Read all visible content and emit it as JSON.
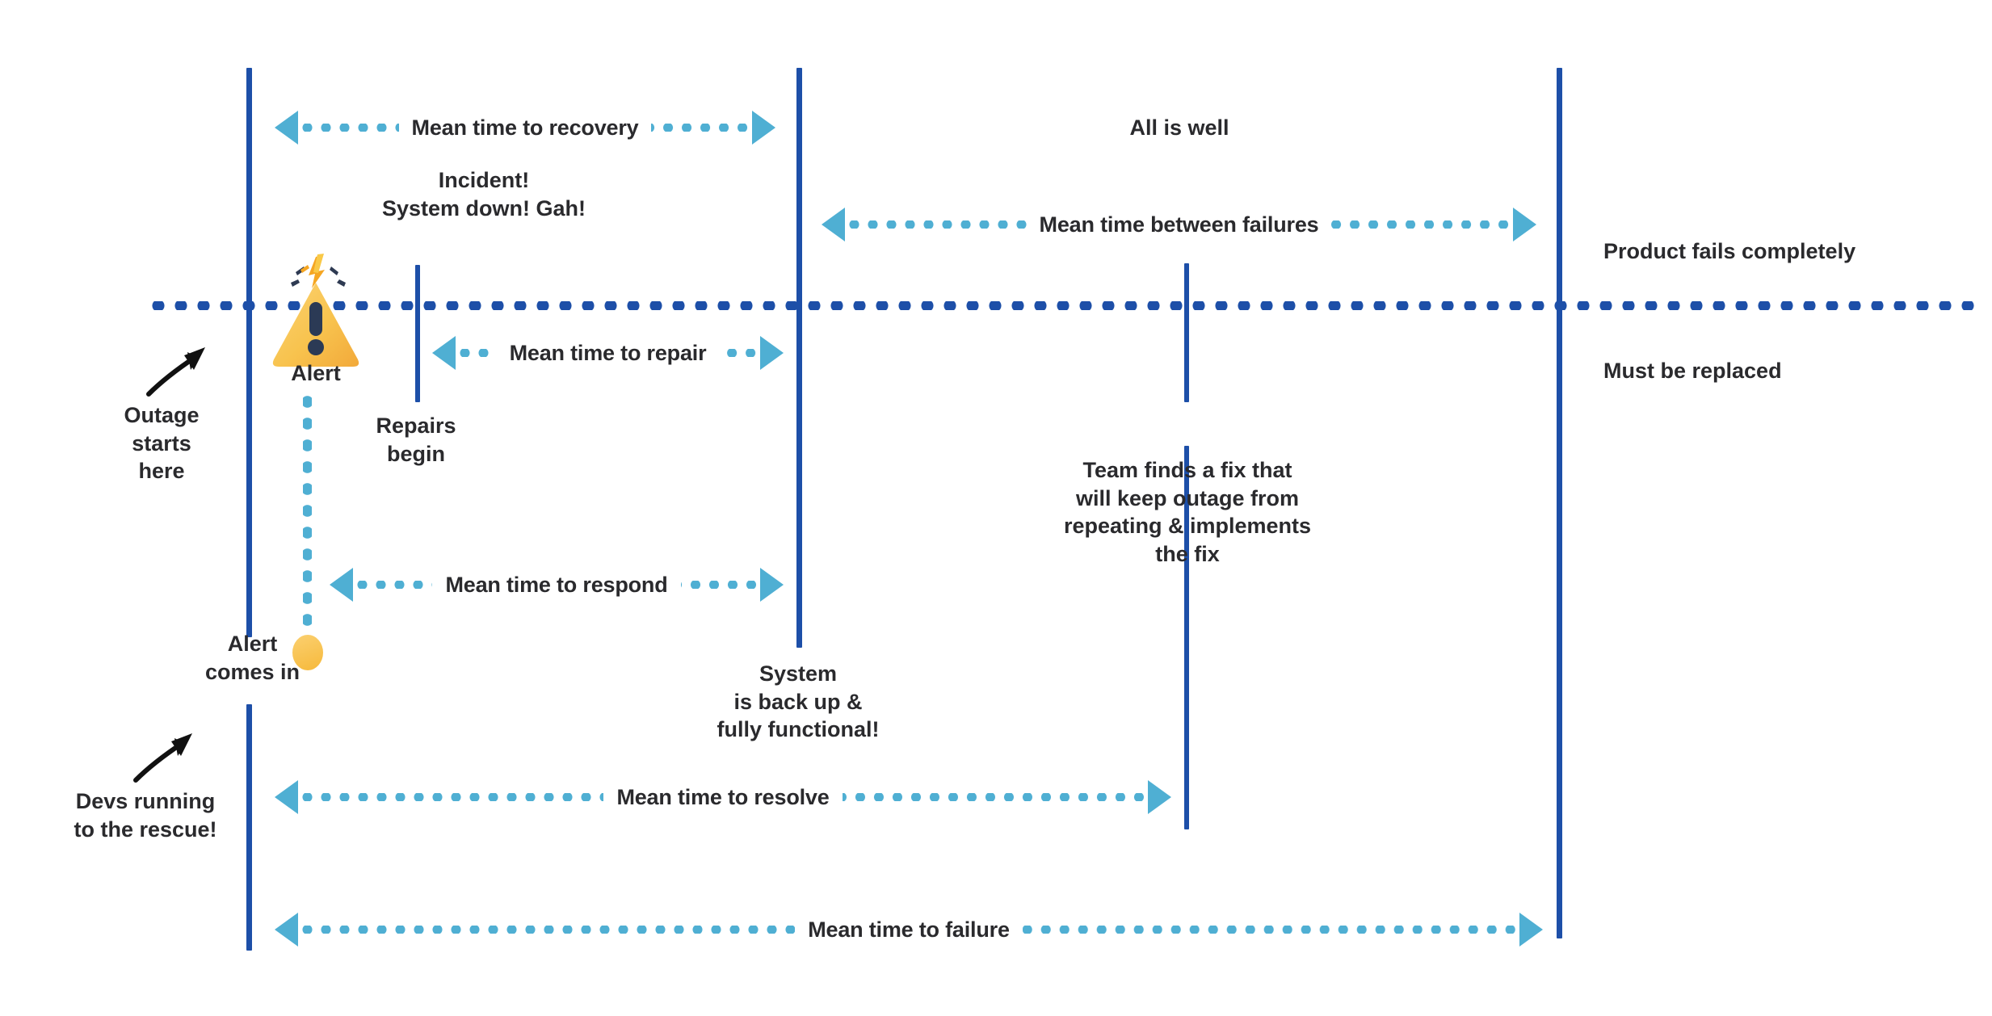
{
  "diagram": {
    "title": "Incident lifecycle reliability metrics timeline",
    "colors": {
      "milestone_line": "#1D4FA8",
      "timeline_dots": "#1D4FA8",
      "measure_arrow": "#4FAFD3",
      "alert_yellow": "#F6B93B",
      "text": "#2A2A2D",
      "background": "#FFFFFF"
    }
  },
  "measures": [
    {
      "id": "mttrecovery",
      "label": "Mean time to recovery"
    },
    {
      "id": "mtbf",
      "label": "Mean time between failures"
    },
    {
      "id": "mttrepair",
      "label": "Mean time to repair"
    },
    {
      "id": "mttrespond",
      "label": "Mean time to respond"
    },
    {
      "id": "mttresolve",
      "label": "Mean time to resolve"
    },
    {
      "id": "mttfailure",
      "label": "Mean time to failure"
    }
  ],
  "captions": {
    "incident": "Incident!\nSystem down! Gah!",
    "all_is_well": "All is well",
    "product_fails": "Product fails completely",
    "must_be_replaced": "Must be replaced",
    "alert": "Alert",
    "outage_starts": "Outage\nstarts\nhere",
    "repairs_begin": "Repairs\nbegin",
    "alert_comes_in": "Alert\ncomes in",
    "system_back_up": "System\nis back up &\nfully functional!",
    "team_finds_fix": "Team finds a fix that\nwill keep outage from\nrepeating & implements\nthe fix",
    "devs_running": "Devs running\nto the rescue!"
  },
  "icons": {
    "alert": "warning-triangle-icon",
    "alert_marker": "alert-dot-icon",
    "pointer_outage": "curved-arrow-icon",
    "pointer_devs": "curved-arrow-icon"
  }
}
